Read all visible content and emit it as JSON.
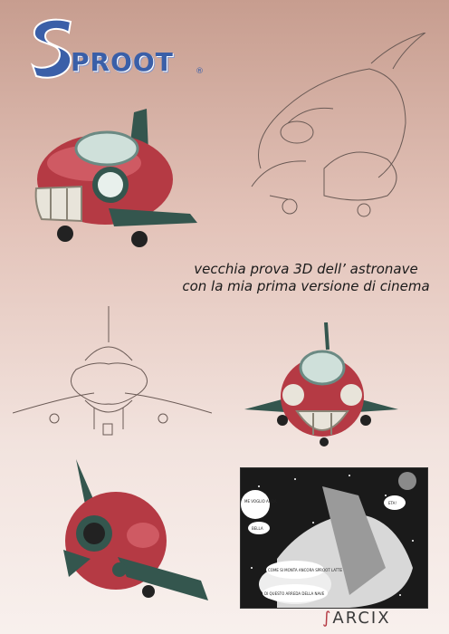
{
  "logo": {
    "text": "PROOT",
    "registered": "®"
  },
  "caption": {
    "line1": "vecchia prova 3D dell’ astronave",
    "line2": "con la mia prima versione di cinema"
  },
  "signature": "ARCIX",
  "colors": {
    "hull": "#b53a44",
    "wing": "#34564e",
    "glass": "#cfe0da",
    "background_top": "#c79d8f",
    "background_bottom": "#f8f0ed"
  },
  "comic": {
    "bubbles": [
      "ME VOGLIO ANDA",
      "BELLA",
      "ETA!",
      "COME SI MONTA ANCORA SPROOT LATTE",
      "DI QUESTO ARREDA DELLA NAVE"
    ]
  }
}
